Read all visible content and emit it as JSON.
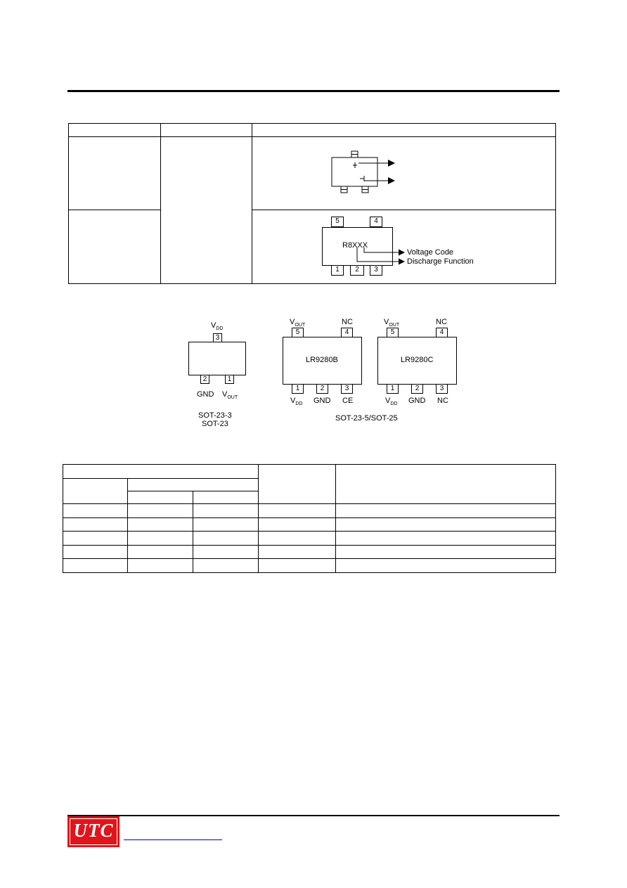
{
  "marking": {
    "sot25_mark": "R8XXX",
    "arrow_label_1": "Voltage Code",
    "arrow_label_2": "Discharge Function"
  },
  "pin_config": {
    "sot23": {
      "top_pin_label": "V",
      "top_pin_sub": "DD",
      "top_pin_num": "3",
      "bottom_pins": [
        {
          "num": "2",
          "label": "GND",
          "sub": ""
        },
        {
          "num": "1",
          "label": "V",
          "sub": "OUT"
        }
      ],
      "caption_1": "SOT-23-3",
      "caption_2": "SOT-23"
    },
    "sot25_b": {
      "part": "LR9280B",
      "top_pins": [
        {
          "num": "5",
          "label": "V",
          "sub": "OUT"
        },
        {
          "num": "4",
          "label": "NC",
          "sub": ""
        }
      ],
      "bottom_pins": [
        {
          "num": "1",
          "label": "V",
          "sub": "DD"
        },
        {
          "num": "2",
          "label": "GND",
          "sub": ""
        },
        {
          "num": "3",
          "label": "CE",
          "sub": ""
        }
      ]
    },
    "sot25_c": {
      "part": "LR9280C",
      "top_pins": [
        {
          "num": "5",
          "label": "V",
          "sub": "OUT"
        },
        {
          "num": "4",
          "label": "NC",
          "sub": ""
        }
      ],
      "bottom_pins": [
        {
          "num": "1",
          "label": "V",
          "sub": "DD"
        },
        {
          "num": "2",
          "label": "GND",
          "sub": ""
        },
        {
          "num": "3",
          "label": "NC",
          "sub": ""
        }
      ]
    },
    "caption_sot25": "SOT-23-5/SOT-25"
  },
  "footer": {
    "logo_text": "UTC"
  },
  "colors": {
    "logo_red": "#e0141a",
    "link_blue": "#0000cc"
  }
}
